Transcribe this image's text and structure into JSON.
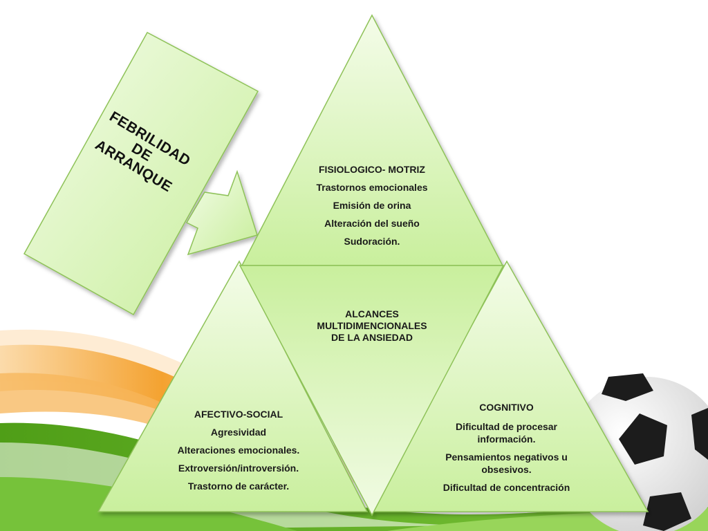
{
  "colors": {
    "shape_fill_light": "#f2fbe5",
    "shape_fill_dark": "#c9ef9d",
    "shape_stroke": "#8ec258",
    "swoosh_orange": "#f39a1e",
    "swoosh_green": "#5cae1e",
    "ball_black": "#1c1c1c"
  },
  "title_box": {
    "line1": "FEBRILIDAD",
    "line2": "DE",
    "line3": "ARRANQUE"
  },
  "top_triangle": {
    "heading": "FISIOLOGICO- MOTRIZ",
    "items": [
      "Trastornos emocionales",
      "Emisión de orina",
      "Alteración del sueño",
      "Sudoración."
    ]
  },
  "center_triangle": {
    "lines": [
      "ALCANCES",
      "MULTIDIMENCIONALES",
      "DE LA ANSIEDAD"
    ]
  },
  "left_triangle": {
    "heading": "AFECTIVO-SOCIAL",
    "items": [
      "Agresividad",
      "Alteraciones emocionales.",
      "Extroversión/introversión.",
      "Trastorno de carácter."
    ]
  },
  "right_triangle": {
    "heading": "COGNITIVO",
    "items": [
      "Dificultad de procesar información.",
      "Pensamientos negativos u obsesivos.",
      "Dificultad de concentración"
    ]
  },
  "decorations": {
    "background": "orange-green-swoosh",
    "ball": "soccer-ball-icon",
    "arrow": "arrow-right-icon"
  }
}
